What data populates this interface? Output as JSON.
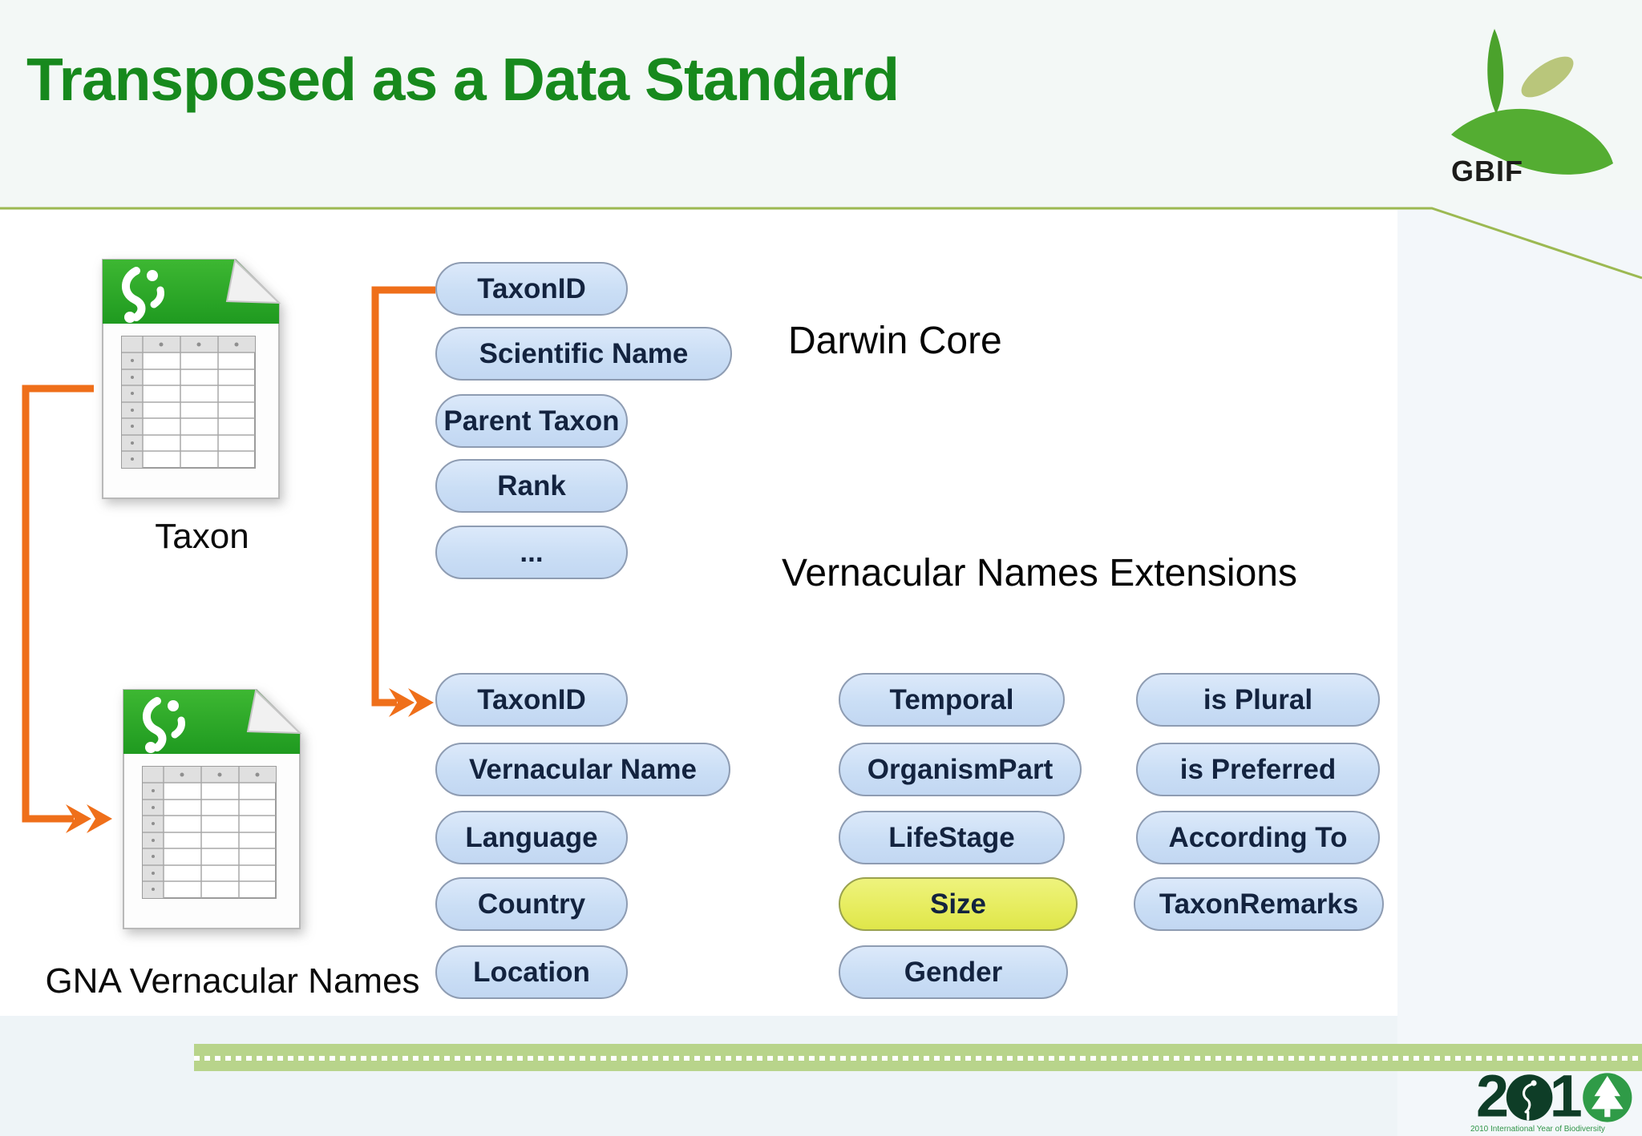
{
  "slide": {
    "title": "Transposed as a Data Standard",
    "brand": {
      "logo_text": "GBIF"
    }
  },
  "diagram": {
    "files": [
      {
        "label": "Taxon"
      },
      {
        "label": "GNA Vernacular Names"
      }
    ],
    "groups": {
      "core_label": "Darwin Core",
      "extensions_label": "Vernacular Names Extensions"
    },
    "core_fields": [
      "TaxonID",
      "Scientific Name",
      "Parent Taxon",
      "Rank",
      "..."
    ],
    "extension_columns": [
      [
        "TaxonID",
        "Vernacular Name",
        "Language",
        "Country",
        "Location"
      ],
      [
        "Temporal",
        "OrganismPart",
        "LifeStage",
        "Size",
        "Gender"
      ],
      [
        "is Plural",
        "is Preferred",
        "According To",
        "TaxonRemarks"
      ]
    ],
    "highlighted_field": "Size"
  },
  "footer": {
    "year_digits": [
      "2",
      "0",
      "1",
      "0"
    ],
    "year_caption": "2010 International Year of Biodiversity"
  },
  "colors": {
    "title_green": "#17891d",
    "rule_green": "#9cb952",
    "bar_green": "#b8d48b",
    "pill_fill": "#cadef5",
    "pill_border": "#8e9cb2",
    "highlight_yellow": "#e6ec5d",
    "connector_orange": "#ef6f1a",
    "icon_green": "#2aa626"
  }
}
